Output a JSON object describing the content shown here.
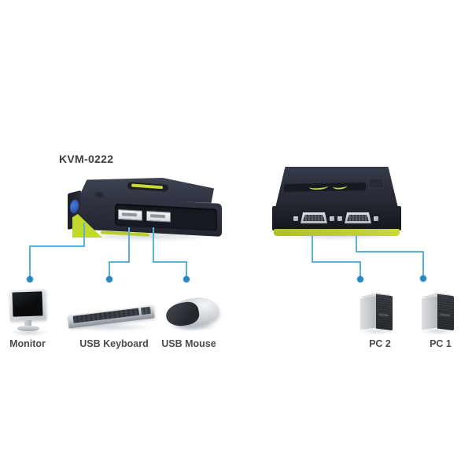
{
  "title": {
    "label": "KVM-0222"
  },
  "colors": {
    "background": "#ffffff",
    "device_body": "#2b2f3a",
    "accent_lime": "#c3d82e",
    "cable_blue": "#58b0dd",
    "connector_dot_blue": "#2a88bf",
    "label_text": "#4b4b4b"
  },
  "peripherals": [
    {
      "id": "monitor",
      "label": "Monitor"
    },
    {
      "id": "usb-keyboard",
      "label": "USB Keyboard"
    },
    {
      "id": "usb-mouse",
      "label": "USB Mouse"
    }
  ],
  "computers": [
    {
      "id": "pc-2",
      "label": "PC 2"
    },
    {
      "id": "pc-1",
      "label": "PC 1"
    }
  ]
}
